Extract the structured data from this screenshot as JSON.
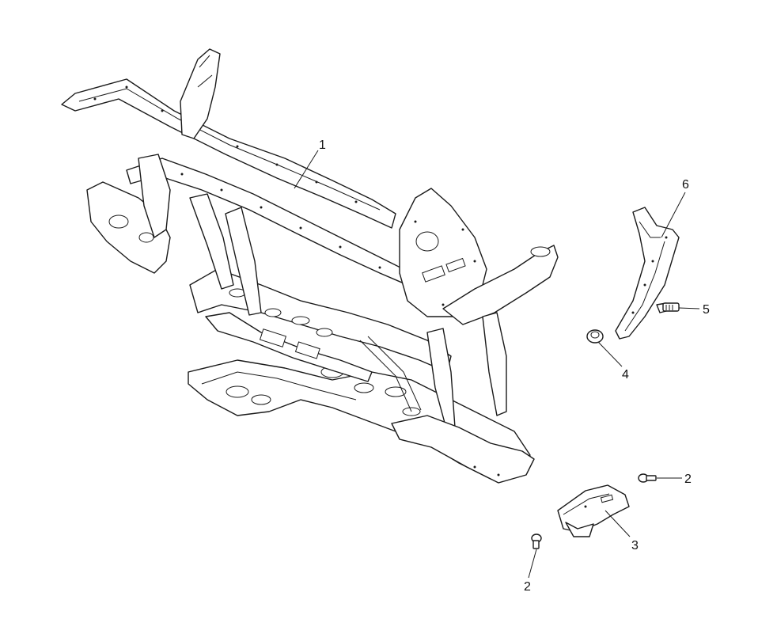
{
  "callouts": [
    {
      "id": "1",
      "label": "1"
    },
    {
      "id": "6",
      "label": "6"
    },
    {
      "id": "5",
      "label": "5"
    },
    {
      "id": "4",
      "label": "4"
    },
    {
      "id": "2a",
      "label": "2"
    },
    {
      "id": "3",
      "label": "3"
    },
    {
      "id": "2b",
      "label": "2"
    }
  ],
  "parts": [
    {
      "callout": "1",
      "icon": "main-frame-icon"
    },
    {
      "callout": "6",
      "icon": "frame-brace-icon"
    },
    {
      "callout": "5",
      "icon": "bolt-icon"
    },
    {
      "callout": "4",
      "icon": "nut-icon"
    },
    {
      "callout": "3",
      "icon": "mount-bracket-icon"
    },
    {
      "callout": "2",
      "icon": "screw-icon"
    }
  ]
}
